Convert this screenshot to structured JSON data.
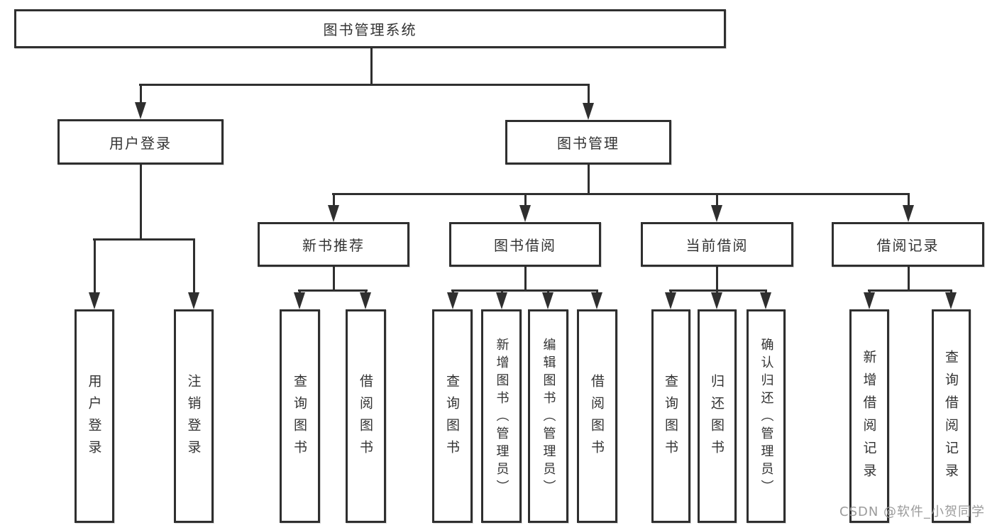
{
  "colors": {
    "line": "#2f2f2f",
    "box_border": "#2f2f2f",
    "text": "#333333",
    "background": "#ffffff",
    "watermark": "#9b9b9b"
  },
  "root": {
    "label": "图书管理系统"
  },
  "branches": {
    "user_login": {
      "label": "用户登录",
      "children": [
        "用户登录",
        "注销登录"
      ]
    },
    "book_management": {
      "label": "图书管理",
      "sections": [
        {
          "label": "新书推荐",
          "children": [
            "查询图书",
            "借阅图书"
          ]
        },
        {
          "label": "图书借阅",
          "children": [
            "查询图书",
            "新增图书（管理员）",
            "编辑图书（管理员）",
            "借阅图书"
          ]
        },
        {
          "label": "当前借阅",
          "children": [
            "查询图书",
            "归还图书",
            "确认归还（管理员）"
          ]
        },
        {
          "label": "借阅记录",
          "children": [
            "新增借阅记录",
            "查询借阅记录"
          ]
        }
      ]
    }
  },
  "watermark": "CSDN @软件_小贺同学"
}
